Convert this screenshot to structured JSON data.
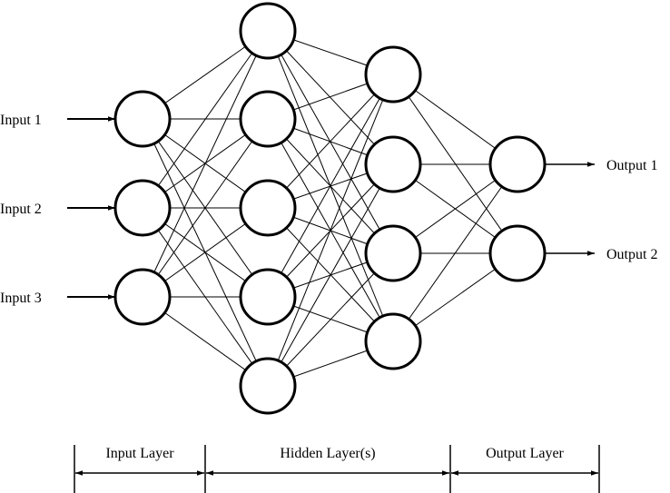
{
  "inputs": [
    "Input 1",
    "Input 2",
    "Input 3"
  ],
  "outputs": [
    "Output 1",
    "Output 2"
  ],
  "sections": {
    "input_layer": "Input Layer",
    "hidden_layers": "Hidden Layer(s)",
    "output_layer": "Output Layer"
  },
  "network": {
    "layer_sizes": [
      3,
      5,
      4,
      2
    ],
    "fully_connected": true
  },
  "colors": {
    "stroke": "#000000",
    "node_fill": "#ffffff",
    "background": "#ffffff"
  }
}
